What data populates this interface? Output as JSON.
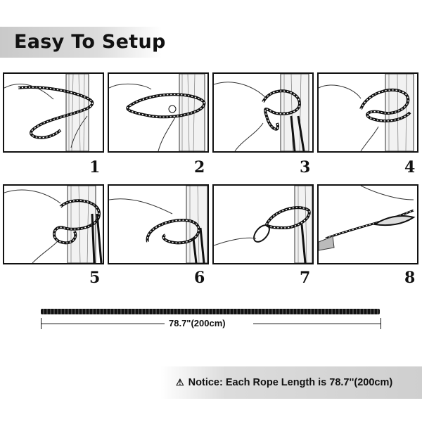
{
  "header": {
    "title": "Easy To Setup"
  },
  "steps": [
    {
      "number": "1",
      "icon": "rope-around-tree-icon"
    },
    {
      "number": "2",
      "icon": "rope-loop-pull-icon"
    },
    {
      "number": "3",
      "icon": "rope-knot-tie-icon"
    },
    {
      "number": "4",
      "icon": "rope-knot-tighten-icon"
    },
    {
      "number": "5",
      "icon": "rope-knot-wrap-icon"
    },
    {
      "number": "6",
      "icon": "rope-knot-finished-icon"
    },
    {
      "number": "7",
      "icon": "carabiner-clip-icon"
    },
    {
      "number": "8",
      "icon": "hammock-attached-icon"
    }
  ],
  "rope": {
    "length_label": "78.7\"(200cm)",
    "icon": "rope-length-icon"
  },
  "notice": {
    "text": "Notice: Each Rope Length is 78.7''(200cm)",
    "icon": "warning-icon"
  }
}
